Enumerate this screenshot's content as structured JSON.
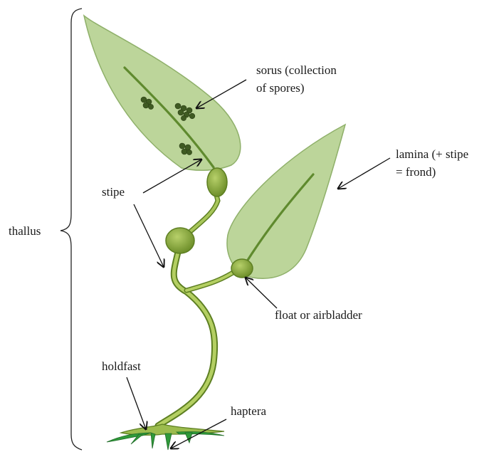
{
  "labels": {
    "sorus_line1": "sorus (collection",
    "sorus_line2": "of spores)",
    "lamina_line1": "lamina (+ stipe",
    "lamina_line2": "= frond)",
    "stipe": "stipe",
    "thallus": "thallus",
    "float": "float or airbladder",
    "holdfast": "holdfast",
    "haptera": "haptera"
  },
  "colors": {
    "blade_fill": "#bcd59a",
    "blade_edge": "#8fb06a",
    "midrib": "#5f8a2e",
    "stipe": "#9cbc4e",
    "stipe_edge": "#5d7f22",
    "float": "#86a93a",
    "spores": "#3f5a22",
    "haptera": "#2f9a3a",
    "arrow": "#111111"
  }
}
